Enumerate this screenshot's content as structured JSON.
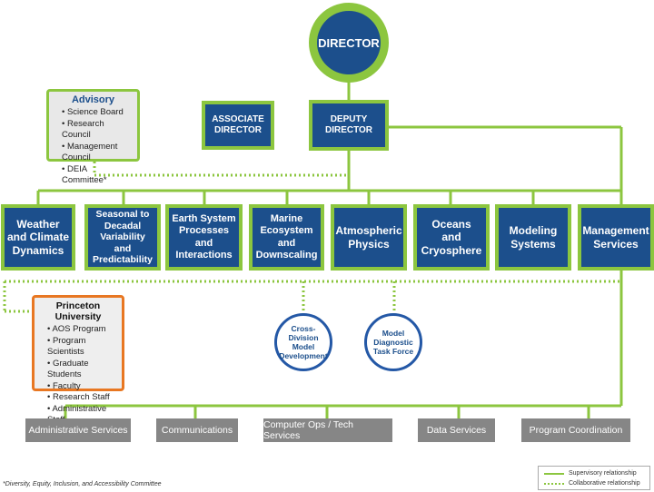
{
  "director": "DIRECTOR",
  "associate_director": [
    "ASSOCIATE",
    "DIRECTOR"
  ],
  "deputy_director": [
    "DEPUTY",
    "DIRECTOR"
  ],
  "advisory": {
    "title": "Advisory",
    "items": [
      "Science Board",
      "Research Council",
      "Management Council",
      "DEIA Committee*"
    ]
  },
  "divisions": [
    [
      "Weather",
      "and Climate",
      "Dynamics"
    ],
    [
      "Seasonal to",
      "Decadal",
      "Variability",
      "and",
      "Predictability"
    ],
    [
      "Earth System",
      "Processes",
      "and",
      "Interactions"
    ],
    [
      "Marine",
      "Ecosystem",
      "and",
      "Downscaling"
    ],
    [
      "Atmospheric",
      "Physics"
    ],
    [
      "Oceans",
      "and",
      "Cryosphere"
    ],
    [
      "Modeling",
      "Systems"
    ],
    [
      "Management",
      "Services"
    ]
  ],
  "princeton": {
    "title": "Princeton University",
    "items": [
      "AOS Program",
      "Program Scientists",
      "Graduate Students",
      "Faculty",
      "Research Staff",
      "Administrative Staff"
    ]
  },
  "cross_division": [
    "Cross-Division",
    "Model",
    "Development"
  ],
  "model_diagnostic": [
    "Model",
    "Diagnostic",
    "Task Force"
  ],
  "services": [
    "Administrative Services",
    "Communications",
    "Computer Ops / Tech Services",
    "Data Services",
    "Program Coordination"
  ],
  "footnote": "*Diversity, Equity, Inclusion, and Accessibility Committee",
  "legend": {
    "supervisory": "Supervisory relationship",
    "collaborative": "Collaborative relationship"
  },
  "colors": {
    "box_fill": "#1c4f8c",
    "green": "#8cc63f",
    "orange": "#e87722",
    "grey": "#868686"
  }
}
